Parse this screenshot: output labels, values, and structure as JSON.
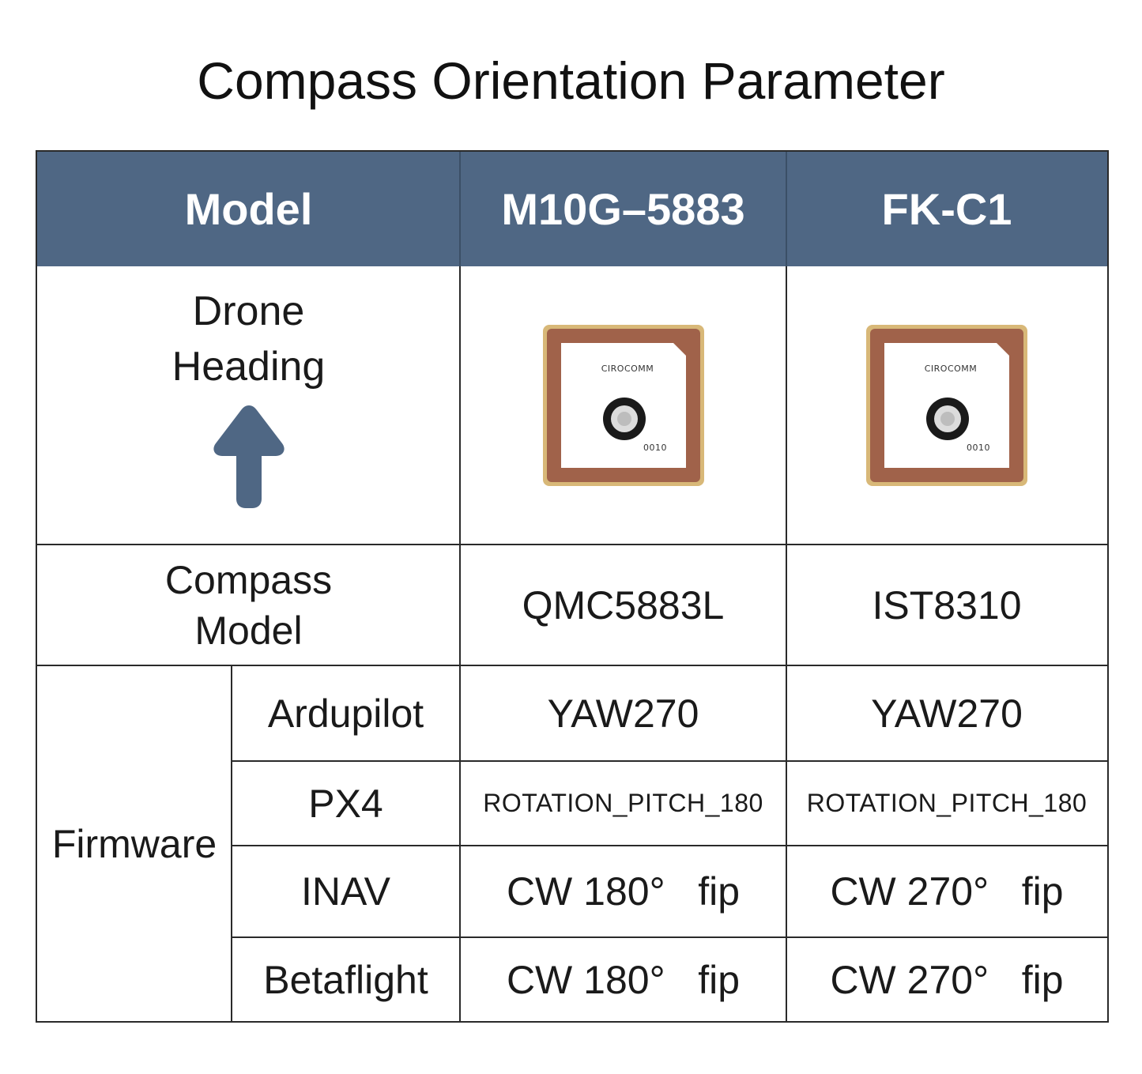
{
  "title": "Compass Orientation Parameter",
  "header": {
    "model": "Model",
    "col1": "M10G–5883",
    "col2": "FK-C1"
  },
  "heading_row": {
    "label_line1": "Drone",
    "label_line2": "Heading",
    "arrow_icon": "up-arrow-icon",
    "arrow_color": "#4f6784",
    "chip1": {
      "brand": "CIROCOMM",
      "code": "0010"
    },
    "chip2": {
      "brand": "CIROCOMM",
      "code": "0010"
    }
  },
  "compass_row": {
    "label_line1": "Compass",
    "label_line2": "Model",
    "col1": "QMC5883L",
    "col2": "IST8310"
  },
  "firmware": {
    "label": "Firmware",
    "rows": [
      {
        "name": "Ardupilot",
        "col1": "YAW270",
        "col2": "YAW270"
      },
      {
        "name": "PX4",
        "col1": "ROTATION_PITCH_180",
        "col2": "ROTATION_PITCH_180"
      },
      {
        "name": "INAV",
        "col1": "CW 180°   fip",
        "col2": "CW 270°   fip"
      },
      {
        "name": "Betaflight",
        "col1": "CW 180°   fip",
        "col2": "CW 270°   fip"
      }
    ]
  },
  "colors": {
    "header_bg": "#4f6784",
    "header_text": "#ffffff",
    "chip_frame": "#a0624a",
    "chip_gold": "#d8b878"
  }
}
